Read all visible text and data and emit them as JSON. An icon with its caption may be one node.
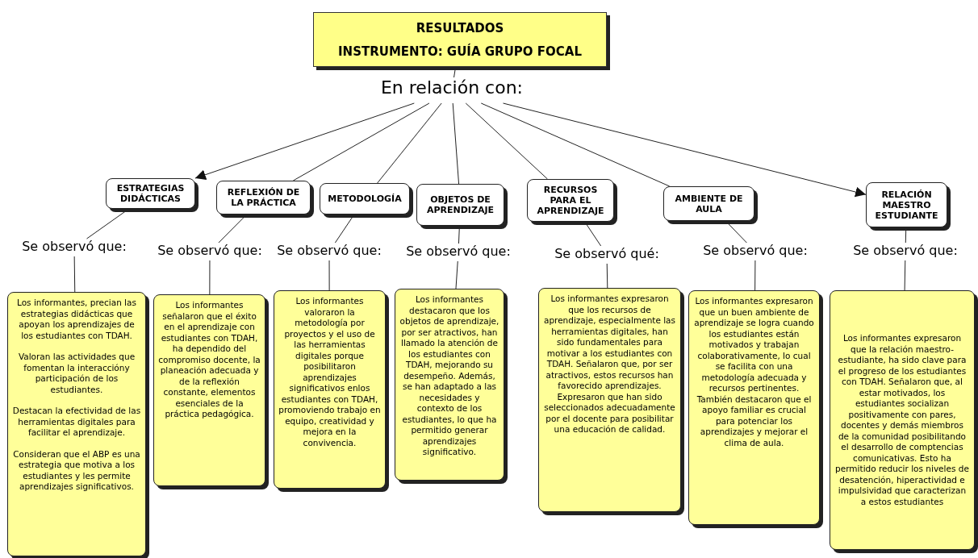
{
  "diagram": {
    "nodes": [
      {
        "text": [
          "RESULTADOS",
          "INSTRUMENTO: GUÍA GRUPO FOCAL"
        ]
      },
      {
        "text": [
          "En relación con:"
        ]
      },
      {
        "text": [
          "ESTRATEGIAS DIDÁCTICAS"
        ]
      },
      {
        "text": [
          "REFLEXIÓN DE LA PRÁCTICA"
        ]
      },
      {
        "text": [
          "METODOLOGÍA"
        ]
      },
      {
        "text": [
          "OBJETOS DE APRENDIZAJE"
        ]
      },
      {
        "text": [
          "RECURSOS PARA EL APRENDIZAJE"
        ]
      },
      {
        "text": [
          "AMBIENTE DE AULA"
        ]
      },
      {
        "text": [
          "RELACIÓN MAESTRO ESTUDIANTE"
        ]
      },
      {
        "text": [
          "Se observó que:"
        ]
      },
      {
        "text": [
          "Se observó que:"
        ]
      },
      {
        "text": [
          "Se observó que:"
        ]
      },
      {
        "text": [
          "Se observó que:"
        ]
      },
      {
        "text": [
          "Se observó qué:"
        ]
      },
      {
        "text": [
          "Se observó que:"
        ]
      },
      {
        "text": [
          "Se observó que:"
        ]
      },
      {
        "text": [
          "Los informantes, precian las estrategias didácticas que apoyan los aprendizajes de los estudiantes con TDAH.",
          "Valoran las actividades que fomentan la interaccióny participación de los estudiantes.",
          "Destacan la efectividad de las herramientas digitales para facilitar el aprendizaje.",
          "Consideran que el ABP es una estrategia que motiva a los estudiantes y les permite aprendizajes significativos."
        ]
      },
      {
        "text": [
          "Los informantes señalaron que el éxito en el aprendizaje con estudiantes con TDAH, ha dependido del compromiso docente, la planeación adecuada y de la reflexión constante, elementos esenciales de la práctica pedagógica."
        ]
      },
      {
        "text": [
          "Los informantes valoraron la metodología por proyectos y el uso de las herramientas digitales porque posibilitaron aprendizajes significativos enlos estudiantes con TDAH, promoviendo trabajo en equipo, creatividad y mejora en la convivencia."
        ]
      },
      {
        "text": [
          "Los informantes destacaron que los objetos de aprendizaje, por ser atractivos, han llamado la atención de los estudiantes con TDAH, mejorando su desempeño. Además, se han adaptado a las necesidades y contexto de los estudiantes, lo que ha permitido generar aprendizajes significativo."
        ]
      },
      {
        "text": [
          "Los informantes expresaron que los recursos de aprendizaje, especialmente las herramientas digitales, han sido fundamentales para motivar a los estudiantes con TDAH. Señalaron que, por ser atractivos, estos recursos han favorecido aprendizajes. Expresaron que han sido seleccionados adecuadamente por el docente para posibilitar una educación de calidad."
        ]
      },
      {
        "text": [
          "Los informantes expresaron que un buen ambiente de aprendizaje se logra cuando los estudiantes están motivados y trabajan colaborativamente, lo cual se facilita con una metodología adecuada y recursos pertinentes. También destacaron que el apoyo familiar es crucial para potenciar los aprendizajes y mejorar el clima de aula."
        ]
      },
      {
        "text": [
          "Los informantes expresaron que la relación maestro-estudiante, ha sido clave para el progreso de los estudiantes con TDAH. Señalaron que, al estar motivados, los estudiantes socializan positivamente con pares, docentes y demás miembros de la comunidad posibilitando el desarrollo de comptencias comunicativas. Esto ha permitido reducir los niveles de desatención, hiperactividad e impulsividad que caracterizan a estos estudiantes"
        ]
      }
    ],
    "edges": [
      {
        "from": 0,
        "to": 1,
        "arrow": "none"
      },
      {
        "from": 1,
        "to": 2,
        "arrow": "to"
      },
      {
        "from": 1,
        "to": 3,
        "arrow": "none"
      },
      {
        "from": 1,
        "to": 4,
        "arrow": "none"
      },
      {
        "from": 1,
        "to": 5,
        "arrow": "none"
      },
      {
        "from": 1,
        "to": 6,
        "arrow": "none"
      },
      {
        "from": 1,
        "to": 7,
        "arrow": "none"
      },
      {
        "from": 1,
        "to": 8,
        "arrow": "to"
      },
      {
        "from": 2,
        "to": 9,
        "arrow": "none"
      },
      {
        "from": 3,
        "to": 10,
        "arrow": "none"
      },
      {
        "from": 4,
        "to": 11,
        "arrow": "none"
      },
      {
        "from": 5,
        "to": 12,
        "arrow": "none"
      },
      {
        "from": 6,
        "to": 13,
        "arrow": "none"
      },
      {
        "from": 7,
        "to": 14,
        "arrow": "none"
      },
      {
        "from": 8,
        "to": 15,
        "arrow": "none"
      },
      {
        "from": 9,
        "to": 16,
        "arrow": "none"
      },
      {
        "from": 10,
        "to": 17,
        "arrow": "none"
      },
      {
        "from": 11,
        "to": 18,
        "arrow": "none"
      },
      {
        "from": 12,
        "to": 19,
        "arrow": "none"
      },
      {
        "from": 13,
        "to": 20,
        "arrow": "none"
      },
      {
        "from": 14,
        "to": 21,
        "arrow": "none"
      },
      {
        "from": 15,
        "to": 22,
        "arrow": "none"
      }
    ]
  }
}
